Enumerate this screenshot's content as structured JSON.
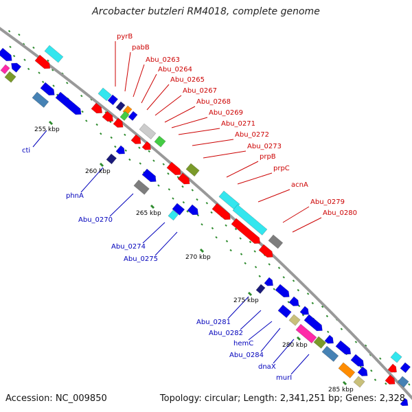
{
  "title": "Arcobacter butzleri RM4018, complete genome",
  "footer": {
    "accession": "Accession: NC_009850",
    "summary": "Topology: circular; Length: 2,341,251 bp; Genes: 2,328"
  },
  "colors": {
    "backbone": "#999999",
    "tick": "#2e8b2e",
    "tick_label": "#000000",
    "forward_label": "#cc0000",
    "reverse_label": "#0000bb",
    "red": "#ff0000",
    "blue": "#0000ee",
    "cyan": "#33e6ee",
    "steel": "#4682b4",
    "gray": "#7d7d7d",
    "olive": "#7a9a2a",
    "green": "#44cc44",
    "orange": "#ff8c00",
    "magenta": "#ff2aa8",
    "khaki": "#c9c07a",
    "navy": "#1a1a7a",
    "silver": "#cccccc"
  },
  "ticks": [
    {
      "label": "255 kbp"
    },
    {
      "label": "260 kbp"
    },
    {
      "label": "265 kbp"
    },
    {
      "label": "270 kbp"
    },
    {
      "label": "275 kbp"
    },
    {
      "label": "280 kbp"
    },
    {
      "label": "285 kbp"
    }
  ],
  "forward_labels": [
    {
      "text": "pyrB"
    },
    {
      "text": "pabB"
    },
    {
      "text": "Abu_0263"
    },
    {
      "text": "Abu_0264"
    },
    {
      "text": "Abu_0265"
    },
    {
      "text": "Abu_0267"
    },
    {
      "text": "Abu_0268"
    },
    {
      "text": "Abu_0269"
    },
    {
      "text": "Abu_0271"
    },
    {
      "text": "Abu_0272"
    },
    {
      "text": "Abu_0273"
    },
    {
      "text": "prpB"
    },
    {
      "text": "prpC"
    },
    {
      "text": "acnA"
    },
    {
      "text": "Abu_0279"
    },
    {
      "text": "Abu_0280"
    }
  ],
  "reverse_labels": [
    {
      "text": "cti"
    },
    {
      "text": "phnA"
    },
    {
      "text": "Abu_0270"
    },
    {
      "text": "Abu_0274"
    },
    {
      "text": "Abu_0275"
    },
    {
      "text": "Abu_0281"
    },
    {
      "text": "Abu_0282"
    },
    {
      "text": "hemC"
    },
    {
      "text": "Abu_0284"
    },
    {
      "text": "dnaX"
    },
    {
      "text": "murI"
    }
  ]
}
